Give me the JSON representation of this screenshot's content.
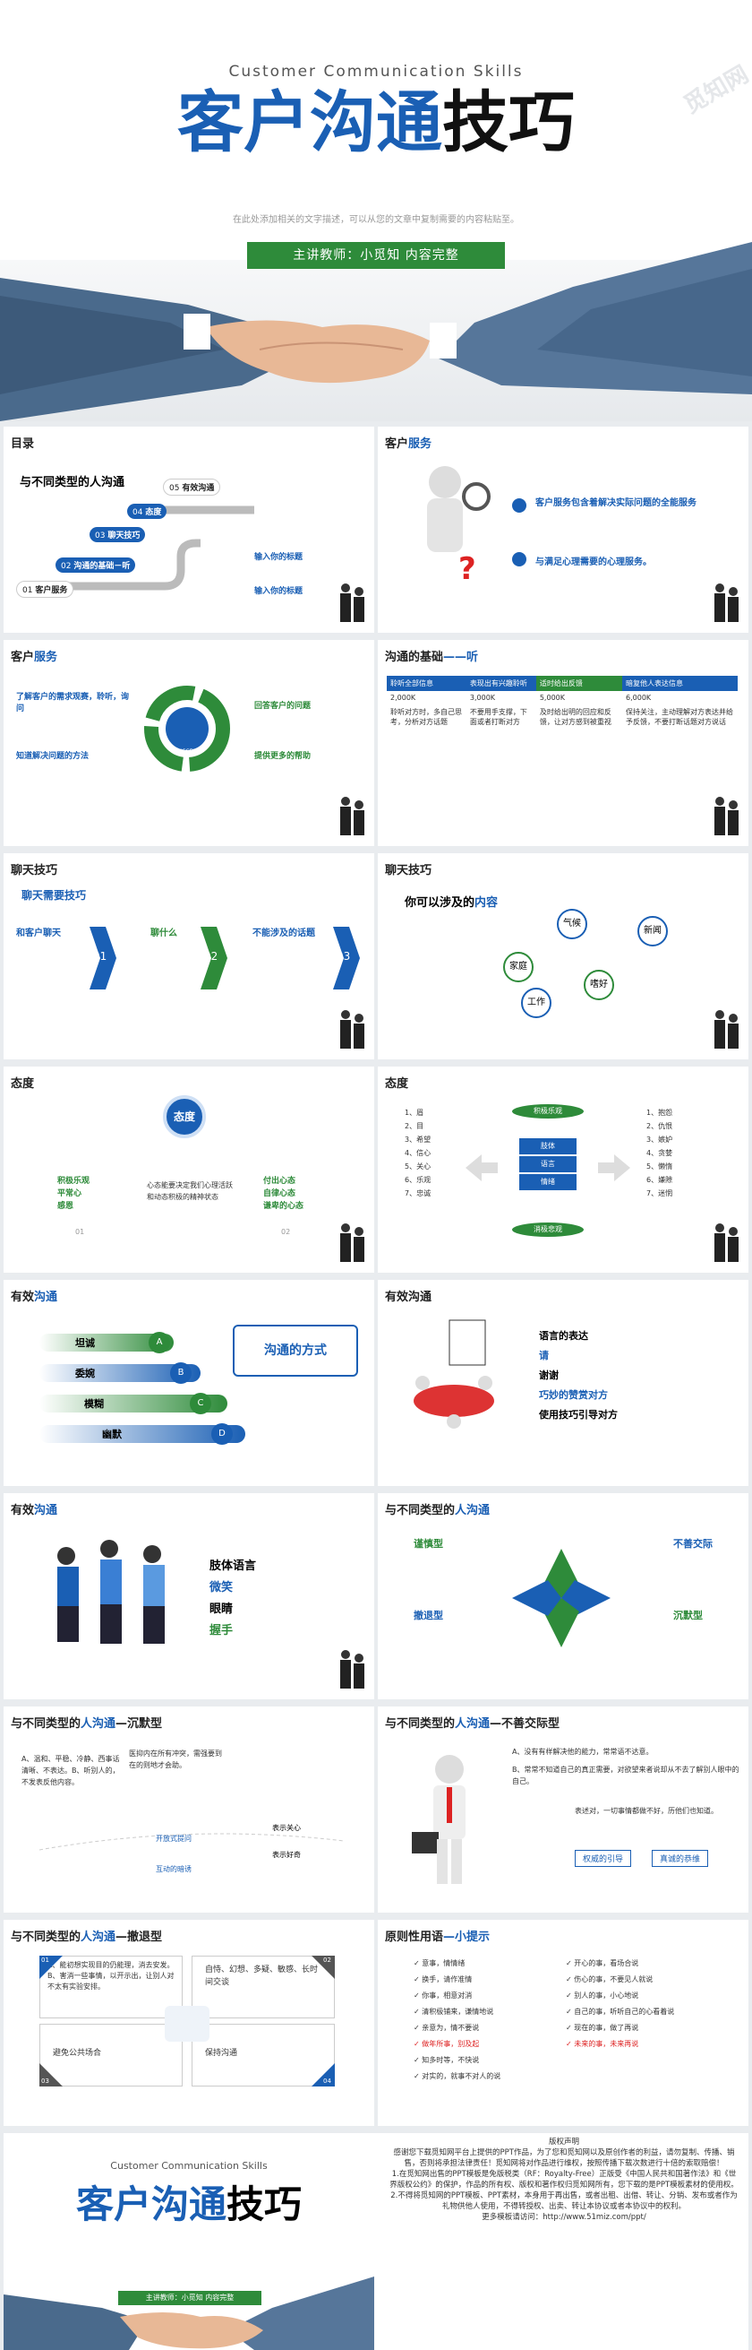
{
  "cover": {
    "subtitle": "Customer Communication Skills",
    "title_blue": "客户沟通",
    "title_dark": "技巧",
    "desc": "在此处添加相关的文字描述，可以从您的文章中复制需要的内容粘贴至。",
    "teacher": "主讲教师：小觅知  内容完整"
  },
  "s1": {
    "hd": "目录",
    "intro": "与不同类型的人沟通",
    "items": [
      {
        "no": "01",
        "t": "客户服务"
      },
      {
        "no": "02",
        "t": "沟通的基础－听"
      },
      {
        "no": "03",
        "t": "聊天技巧"
      },
      {
        "no": "04",
        "t": "态度"
      },
      {
        "no": "05",
        "t": "有效沟通"
      }
    ],
    "labels": [
      "输入你的标题",
      "输入你的标题"
    ]
  },
  "s2": {
    "hd_a": "客户",
    "hd_b": "服务",
    "p1": "客户服务包含着解决实际问题的全能服务",
    "p2": "与满足心理需要的心理服务。"
  },
  "s3": {
    "hd_a": "客户",
    "hd_b": "服务",
    "l1": "了解客户的需求观赛，聆听，询问",
    "l2": "知道解决问题的方法",
    "r1": "回答客户的问题",
    "r2": "提供更多的帮助",
    "center": "SUCCESS"
  },
  "s4": {
    "hd_a": "沟通的基础",
    "hd_b": "——听",
    "cols": [
      "聆听全部信息",
      "表现出有兴趣聆听",
      "适时给出反馈",
      "暗复他人表达信息"
    ],
    "vals": [
      "2,000K",
      "3,000K",
      "5,000K",
      "6,000K"
    ],
    "desc": [
      "聆听对方时，多自己思考，分析对方话题",
      "不要用手支撑，下面或者打断对方",
      "及时给出明的回应和反馈，让对方感到被重视",
      "保持关注，主动理解对方表达并给予反馈，不要打断话题对方说话"
    ]
  },
  "s5": {
    "hd": "聊天技巧",
    "sub": "聊天需要技巧",
    "items": [
      {
        "t": "和客户聊天",
        "n": "01"
      },
      {
        "t": "聊什么",
        "n": "02"
      },
      {
        "t": "不能涉及的话题",
        "n": "03"
      }
    ]
  },
  "s6": {
    "hd": "聊天技巧",
    "sub_a": "你可以涉及的",
    "sub_b": "内容",
    "bubbles": [
      "气候",
      "新闻",
      "家庭",
      "工作",
      "嗜好"
    ]
  },
  "s7": {
    "hd": "态度",
    "center": "态度",
    "l1": "积极乐观",
    "l2": "平常心",
    "l3": "感恩",
    "r1": "付出心态",
    "r2": "自律心态",
    "r3": "谦卑的心态",
    "mid": "心态能要决定我们心理活跃和动态积极的精神状态",
    "n1": "01",
    "n2": "02"
  },
  "s8": {
    "hd": "态度",
    "top": "积极乐观",
    "bottom": "消极悲观",
    "mid": [
      "肢体",
      "语言",
      "情绪"
    ],
    "left": [
      "1、眉",
      "2、目",
      "3、希望",
      "4、信心",
      "5、关心",
      "6、乐观",
      "7、忠诚"
    ],
    "right": [
      "1、抱怨",
      "2、仇恨",
      "3、嫉妒",
      "4、贪婪",
      "5、懒惰",
      "6、嫌隙",
      "7、迷惘"
    ]
  },
  "s9": {
    "hd_a": "有效",
    "hd_b": "沟通",
    "rows": [
      {
        "t": "坦诚",
        "l": "A"
      },
      {
        "t": "委婉",
        "l": "B"
      },
      {
        "t": "模糊",
        "l": "C"
      },
      {
        "t": "幽默",
        "l": "D"
      }
    ],
    "bubble": "沟通的方式"
  },
  "s10": {
    "hd": "有效沟通",
    "lines": [
      "语言的表达",
      "请",
      "谢谢",
      "巧妙的赞赏对方",
      "使用技巧引导对方"
    ]
  },
  "s11": {
    "hd_a": "有效",
    "hd_b": "沟通",
    "lines": [
      "肢体语言",
      "微笑",
      "眼睛",
      "握手"
    ]
  },
  "s12": {
    "hd_a": "与不同类型的",
    "hd_b": "人沟通",
    "tl": "谨慎型",
    "tr": "不善交际",
    "bl": "撤退型",
    "br": "沉默型"
  },
  "s13": {
    "hd_a": "与不同类型的",
    "hd_b": "人沟通",
    "hd_c": "—沉默型",
    "left": "A、温和、平稳、冷静、西事话清晰、不表达。B、听别人的，不发表反他内容。",
    "top": "医抑内在所有冲突，需强要到在的则地才会助。",
    "a1": "开放式提问",
    "a2": "互动的暗诱",
    "b1": "表示关心",
    "b2": "表示好奇"
  },
  "s14": {
    "hd_a": "与不同类型的",
    "hd_b": "人沟通",
    "hd_c": "—不善交际型",
    "p1": "A、没有有样解决他的能力，常常语不达意。",
    "p2": "B、常常不知道自己的真正需要，对欲望来者说却从不去了解别人眼中的自己。",
    "p3": "表述对，一切事情都做不好，历他们也知道。",
    "btn": "权威的引导",
    "btn2": "真诚的恭维"
  },
  "s15": {
    "hd_a": "与不同类型的",
    "hd_b": "人沟通",
    "hd_c": "—撤退型",
    "q1": "A、能初想实现目的仍能理，消去安发。B、害消一些事情，以开示出，让别人对不太有实验安排。",
    "q2": "自恃、幻想、多疑、敏感、长时间交谈",
    "q3": "避免公共场合",
    "q4": "保持沟通",
    "n1": "01",
    "n2": "02",
    "n3": "03",
    "n4": "04"
  },
  "s16": {
    "hd_a": "原则性用语",
    "hd_b": "—小提示",
    "l": [
      "意事，情情绪",
      "换手，请作准情",
      "你事，相意对消",
      "清积极铺来，谦情地说",
      "亲意为，情不要说",
      "做年所事，别及起",
      "知多时等，不快说",
      "对实的，就事不对人的说"
    ],
    "r": [
      "开心的事，看场合说",
      "伤心的事，不要见人就说",
      "别人的事，小心地说",
      "自己的事，听听自己的心看着说",
      "现在的事，做了再说",
      "未来的事，未来再说"
    ]
  },
  "end": {
    "subtitle": "Customer Communication Skills",
    "title_blue": "客户沟通",
    "title_dark": "技巧",
    "teacher": "主讲教师：小觅知  内容完整",
    "notice_title": "版权声明",
    "notice": "感谢您下载觅知网平台上提供的PPT作品，为了您和觅知网以及原创作者的利益，请勿复制、传播、销售，否则将承担法律责任！觅知网将对作品进行维权，按照传播下载次数进行十倍的索取赔偿！",
    "n1": "1.在觅知网出售的PPT模板是免版税类（RF：Royalty-Free）正版受《中国人民共和国著作法》和《世界版权公约》的保护，作品的所有权、版权和著作权归觅知网所有，您下载的是PPT模板素材的使用权。",
    "n2": "2.不得将觅知网的PPT模板、PPT素材，本身用于再出售，或者出租、出借、转让、分销、发布或者作为礼物供他人使用，不得转授权、出卖、转让本协议或者本协议中的权利。",
    "more": "更多模板请访问：http://www.51miz.com/ppt/"
  }
}
